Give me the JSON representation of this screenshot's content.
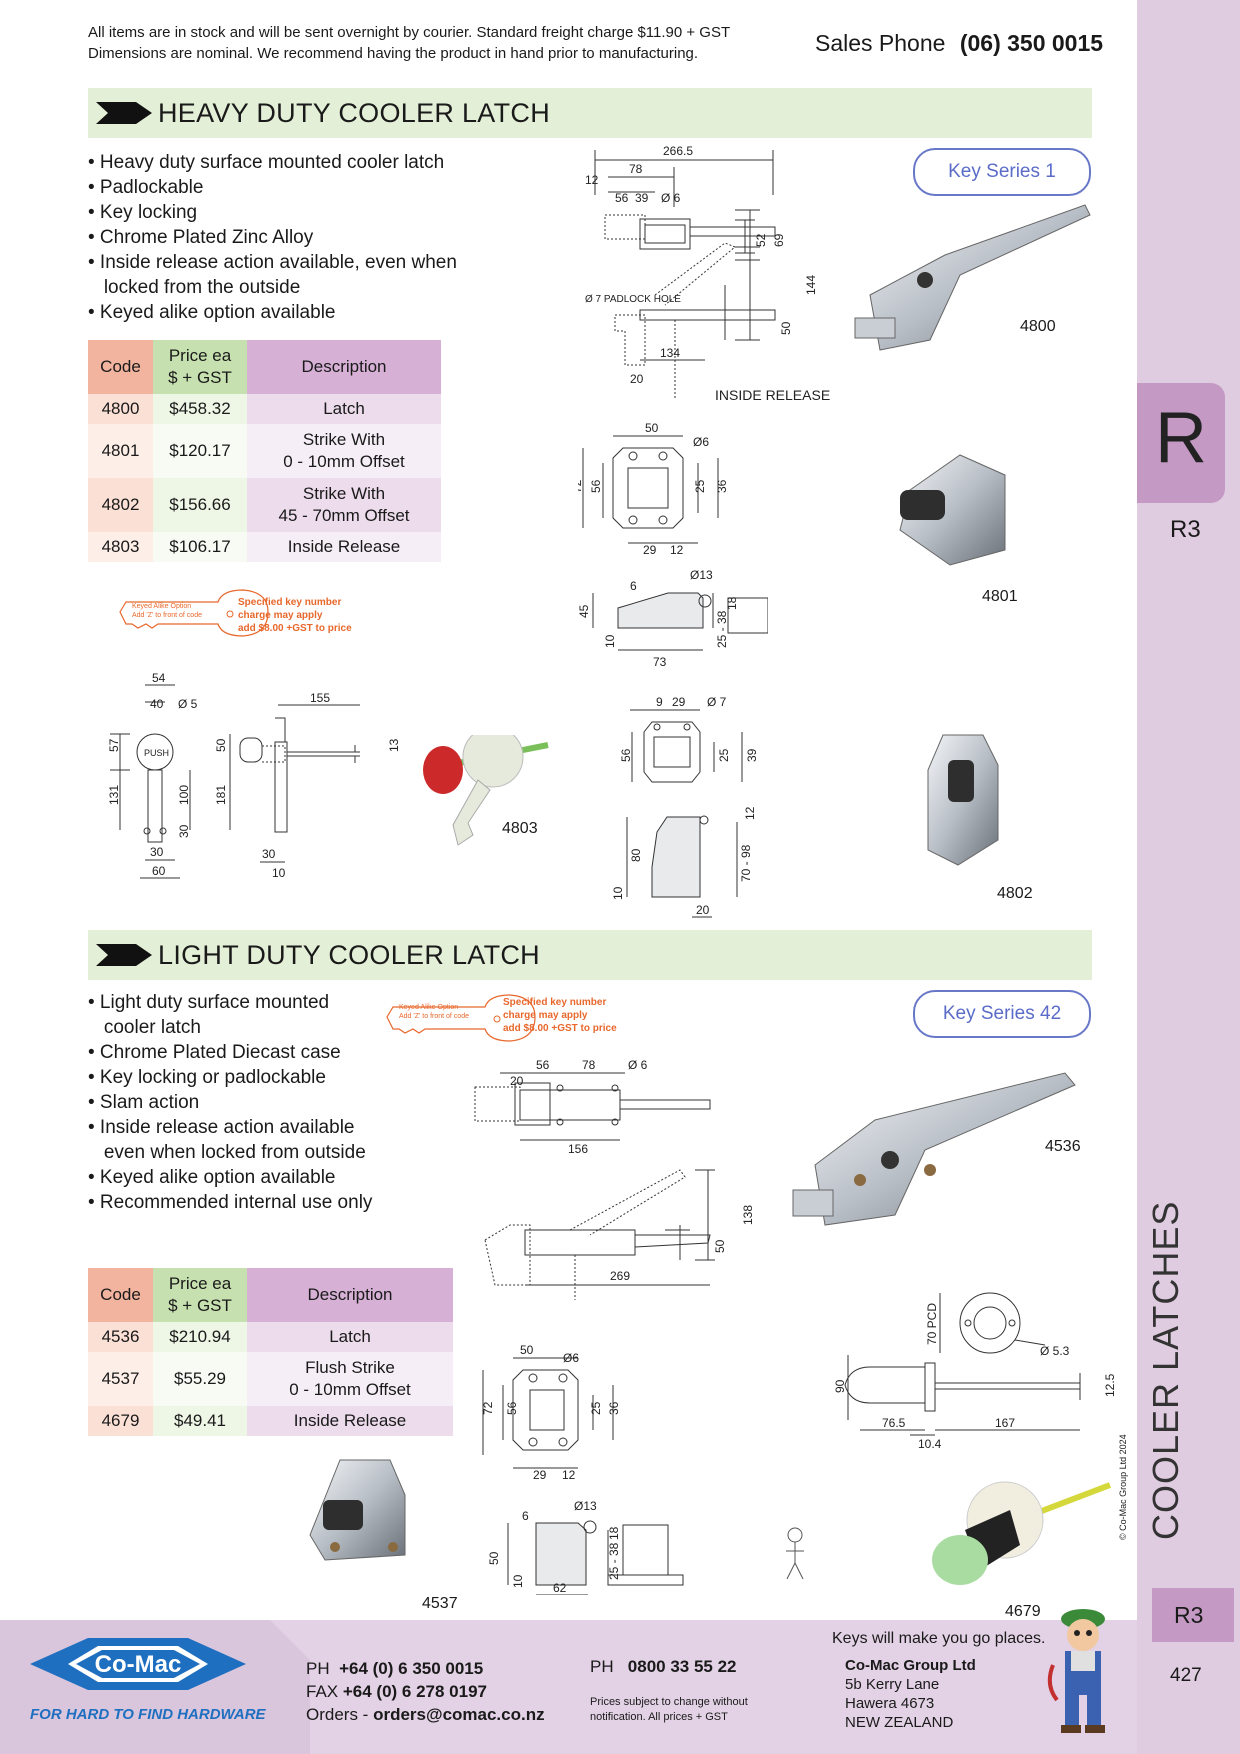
{
  "notice": {
    "line1": "All items are in stock and will be sent overnight by courier. Standard freight charge $11.90 + GST",
    "line2": "Dimensions are nominal. We recommend having the product in hand prior to manufacturing."
  },
  "sales": {
    "label": "Sales Phone",
    "number": "(06) 350 0015"
  },
  "heavy": {
    "title": "HEAVY DUTY COOLER LATCH",
    "bullets": [
      "• Heavy duty surface mounted cooler latch",
      "• Padlockable",
      "• Key locking",
      "• Chrome Plated Zinc Alloy",
      "• Inside release action available, even when",
      "   locked from the outside",
      "• Keyed alike option available"
    ],
    "key_series": "Key Series 1",
    "table": {
      "headers": [
        "Code",
        "Price ea",
        "$ + GST",
        "Description"
      ],
      "rows": [
        {
          "code": "4800",
          "price": "$458.32",
          "desc1": "Latch",
          "desc2": ""
        },
        {
          "code": "4801",
          "price": "$120.17",
          "desc1": "Strike With",
          "desc2": "0 - 10mm Offset"
        },
        {
          "code": "4802",
          "price": "$156.66",
          "desc1": "Strike With",
          "desc2": "45 - 70mm Offset"
        },
        {
          "code": "4803",
          "price": "$106.17",
          "desc1": "Inside Release",
          "desc2": ""
        }
      ]
    },
    "keyed_note": {
      "tag1": "Keyed Alike Option",
      "tag2": "Add 'Z' to front of code",
      "t1": "Specified key number",
      "t2": "charge may apply",
      "t3": "add $8.00 +GST to price"
    },
    "product_labels": [
      "4800",
      "4801",
      "4803",
      "4802"
    ],
    "dims": {
      "d266": "266.5",
      "d12": "12",
      "d78": "78",
      "d56": "56",
      "d39": "39",
      "d6": "Ø 6",
      "d52": "52",
      "d69": "69",
      "padlock": "Ø 7 PADLOCK HOLE",
      "d144": "144",
      "d50": "50",
      "d134": "134",
      "d20": "20",
      "inside": "INSIDE RELEASE",
      "s50": "50",
      "s6": "Ø6",
      "s72": "72",
      "s56": "56",
      "s25": "25",
      "s36": "36",
      "s29": "29",
      "s12": "12",
      "s13": "Ø13",
      "s6b": "6",
      "s45": "45",
      "s18": "18",
      "s10": "10",
      "s2538": "25 - 38",
      "s73": "73",
      "r54": "54",
      "r40": "40",
      "r5": "Ø 5",
      "r155": "155",
      "r57": "57",
      "r50": "50",
      "r13": "13",
      "r131": "131",
      "r100": "100",
      "r181": "181",
      "r30": "30",
      "r30b": "30",
      "r60": "60",
      "r30c": "30",
      "r10": "10",
      "push": "PUSH",
      "t9": "9",
      "t29": "29",
      "t7": "Ø 7",
      "t56": "56",
      "t25": "25",
      "t39": "39",
      "t12": "12",
      "t80": "80",
      "t7098": "70 - 98",
      "t10": "10",
      "t20": "20"
    }
  },
  "light": {
    "title": "LIGHT DUTY COOLER LATCH",
    "bullets": [
      "• Light duty surface mounted",
      "   cooler latch",
      "• Chrome Plated Diecast case",
      "• Key locking or padlockable",
      "• Slam action",
      "• Inside release action available",
      "   even when locked from outside",
      "• Keyed alike option available",
      "• Recommended internal use only"
    ],
    "key_series": "Key Series 42",
    "table": {
      "headers": [
        "Code",
        "Price ea",
        "$ + GST",
        "Description"
      ],
      "rows": [
        {
          "code": "4536",
          "price": "$210.94",
          "desc1": "Latch",
          "desc2": ""
        },
        {
          "code": "4537",
          "price": "$55.29",
          "desc1": "Flush Strike",
          "desc2": "0 - 10mm Offset"
        },
        {
          "code": "4679",
          "price": "$49.41",
          "desc1": "Inside Release",
          "desc2": ""
        }
      ]
    },
    "keyed_note": {
      "tag1": "Keyed Alike Option",
      "tag2": "Add 'Z' to front of code",
      "t1": "Specified key number",
      "t2": "charge may apply",
      "t3": "add $8.00 +GST to price"
    },
    "product_labels": [
      "4536",
      "4537",
      "4679"
    ],
    "dims": {
      "d20": "20",
      "d56": "56",
      "d78": "78",
      "d6": "Ø 6",
      "d156": "156",
      "d138": "138",
      "d50": "50",
      "d269": "269",
      "s50": "50",
      "s6": "Ø6",
      "s72": "72",
      "s56": "56",
      "s25": "25",
      "s36": "36",
      "s29": "29",
      "s12": "12",
      "s13": "Ø13",
      "s6b": "6",
      "s50b": "50",
      "s18": "18",
      "s10": "10",
      "s2538": "25 - 38",
      "s62": "62",
      "pcd": "70 PCD",
      "d53": "Ø 5.3",
      "d90": "90",
      "d125": "12.5",
      "d765": "76.5",
      "d167": "167",
      "d104": "10.4"
    }
  },
  "sidebar": {
    "tab": "R",
    "sub": "R3",
    "vertical": "COOLER LATCHES",
    "sub2": "R3",
    "page": "427",
    "copyright": "© Co-Mac Group Ltd 2024"
  },
  "footer": {
    "logo": "Co-Mac",
    "tagline": "FOR HARD TO FIND HARDWARE",
    "ph_label": "PH",
    "ph": "+64 (0) 6 350 0015",
    "fax_label": "FAX",
    "fax": "+64 (0) 6 278 0197",
    "orders_label": "Orders -",
    "orders": "orders@comac.co.nz",
    "ph2_label": "PH",
    "ph2": "0800 33 55 22",
    "note1": "Prices subject to change without",
    "note2": "notification. All prices + GST",
    "keys_slogan": "Keys will make you go places.",
    "company": "Co-Mac Group Ltd",
    "addr1": "5b Kerry Lane",
    "addr2": "Hawera 4673",
    "addr3": "NEW ZEALAND"
  },
  "colors": {
    "band": "#e3efd6",
    "sidebar": "#dfcce0",
    "tab": "#c49ac4",
    "key_border": "#6878c8",
    "orange": "#e8682c"
  }
}
